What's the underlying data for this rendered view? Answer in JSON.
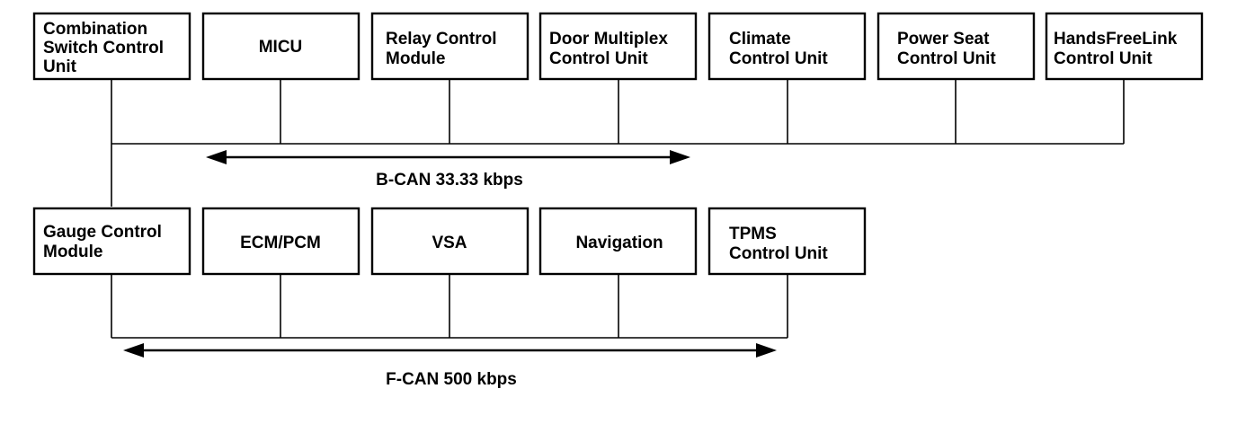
{
  "b_can": {
    "label": "B-CAN 33.33 kbps",
    "nodes": [
      {
        "id": "combination-switch-control-unit",
        "lines": [
          "Combination",
          "Switch Control",
          "Unit"
        ]
      },
      {
        "id": "micu",
        "lines": [
          "MICU"
        ]
      },
      {
        "id": "relay-control-module",
        "lines": [
          "Relay Control",
          "Module"
        ]
      },
      {
        "id": "door-multiplex-control-unit",
        "lines": [
          "Door Multiplex",
          "Control Unit"
        ]
      },
      {
        "id": "climate-control-unit",
        "lines": [
          "Climate",
          "Control Unit"
        ]
      },
      {
        "id": "power-seat-control-unit",
        "lines": [
          "Power Seat",
          "Control Unit"
        ]
      },
      {
        "id": "handsfreelink-control-unit",
        "lines": [
          "HandsFreeLink",
          "Control Unit"
        ]
      }
    ]
  },
  "f_can": {
    "label": "F-CAN 500 kbps",
    "nodes": [
      {
        "id": "gauge-control-module",
        "lines": [
          "Gauge Control",
          "Module"
        ]
      },
      {
        "id": "ecm-pcm",
        "lines": [
          "ECM/PCM"
        ]
      },
      {
        "id": "vsa",
        "lines": [
          "VSA"
        ]
      },
      {
        "id": "navigation",
        "lines": [
          "Navigation"
        ]
      },
      {
        "id": "tpms-control-unit",
        "lines": [
          "TPMS",
          "Control Unit"
        ]
      }
    ]
  }
}
